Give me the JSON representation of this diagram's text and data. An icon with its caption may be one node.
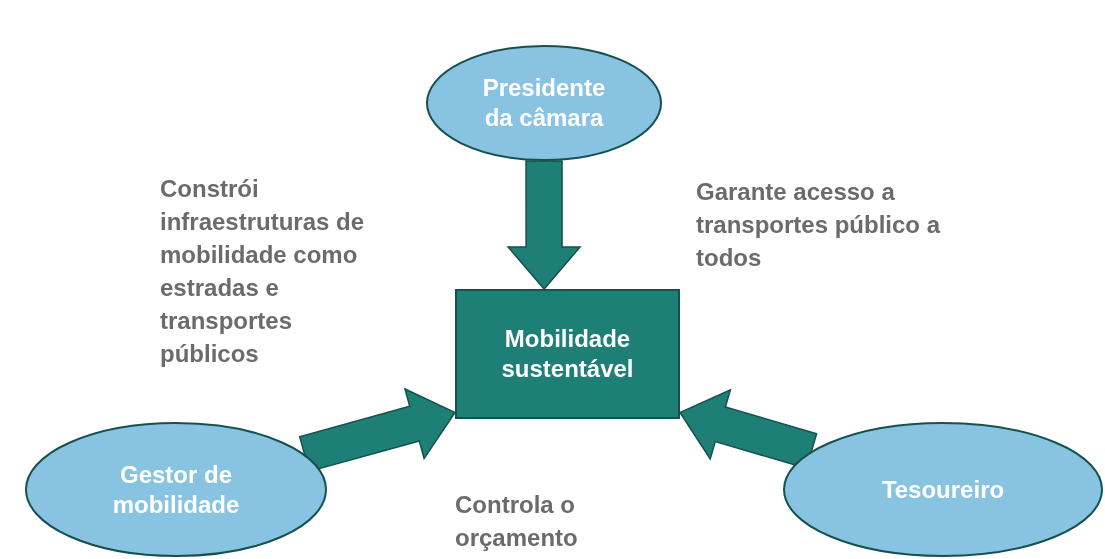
{
  "diagram": {
    "nodes": [
      {
        "text": [
          "Presidente da câmara"
        ]
      },
      {
        "text": [
          "Mobilidade sustentável"
        ]
      },
      {
        "text": [
          "Gestor de mobilidade"
        ]
      },
      {
        "text": [
          "Tesoureiro"
        ]
      }
    ],
    "edges": [
      {
        "from": 0,
        "to": 1,
        "arrow": "to"
      },
      {
        "from": 2,
        "to": 1,
        "arrow": "to"
      },
      {
        "from": 3,
        "to": 1,
        "arrow": "to"
      }
    ],
    "labels": [
      "Constrói infraestruturas de mobilidade como estradas e transportes públicos",
      "Garante acesso a transportes público a todos",
      "Controla o orçamento"
    ]
  }
}
